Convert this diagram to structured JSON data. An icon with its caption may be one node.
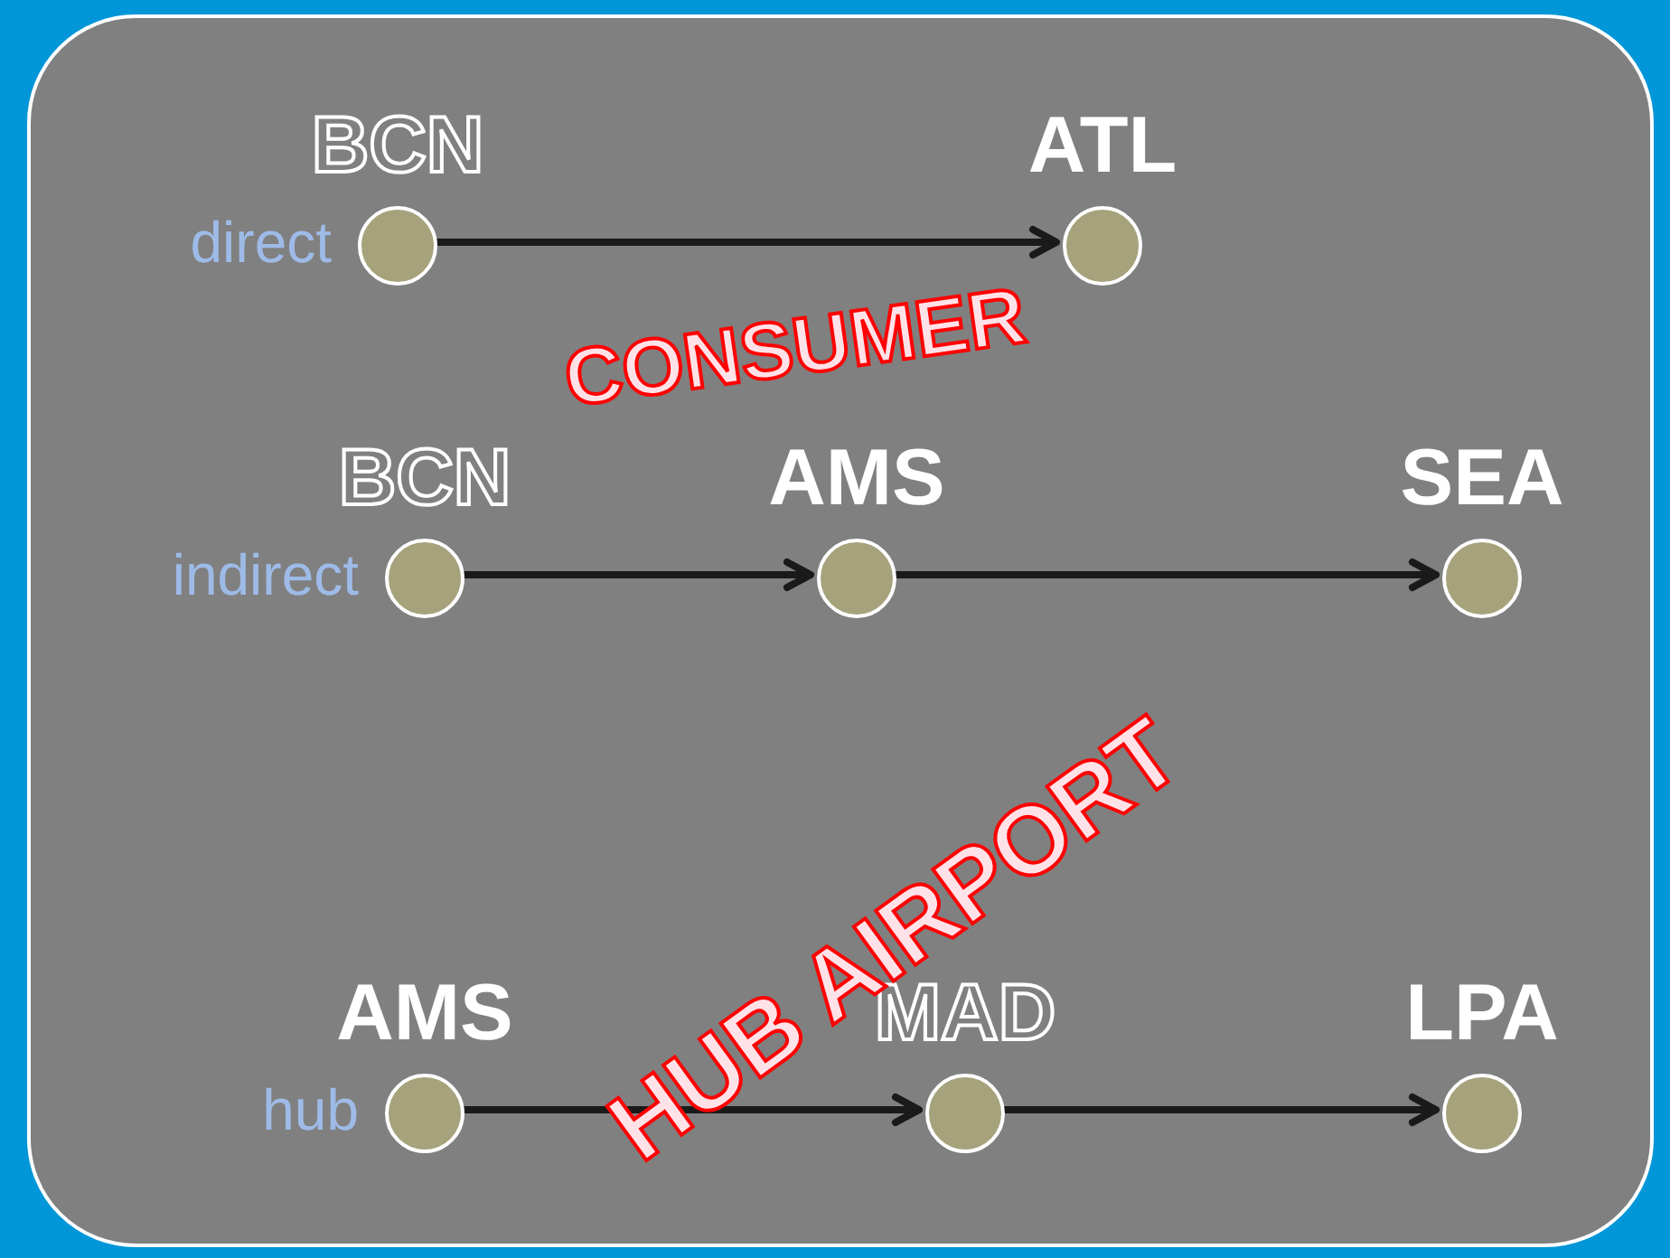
{
  "diagram": {
    "nodes": [
      {
        "text": [
          "BCN"
        ],
        "beside": [
          "direct"
        ]
      },
      {
        "text": [
          "ATL"
        ]
      },
      {
        "text": [
          "BCN"
        ],
        "beside": [
          "indirect"
        ]
      },
      {
        "text": [
          "AMS"
        ]
      },
      {
        "text": [
          "SEA"
        ]
      },
      {
        "text": [
          "AMS"
        ],
        "beside": [
          "hub"
        ]
      },
      {
        "text": [
          "MAD"
        ]
      },
      {
        "text": [
          "LPA"
        ]
      }
    ],
    "edges": [
      {
        "from": 0,
        "to": 1,
        "arrow": "to"
      },
      {
        "from": 2,
        "to": 3,
        "arrow": "to"
      },
      {
        "from": 3,
        "to": 4,
        "arrow": "to"
      },
      {
        "from": 5,
        "to": 6,
        "arrow": "to"
      },
      {
        "from": 6,
        "to": 7,
        "arrow": "to"
      }
    ],
    "labels": [
      "CONSUMER",
      "HUB AIRPORT"
    ]
  }
}
